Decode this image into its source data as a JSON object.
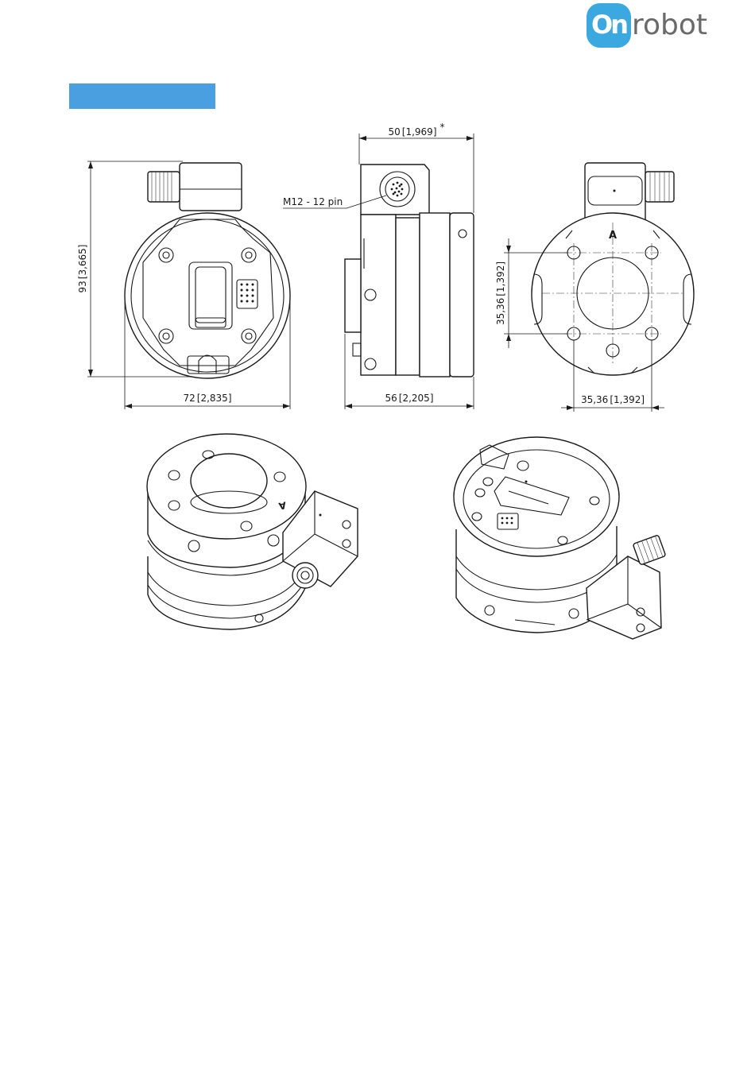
{
  "brand": {
    "logo_mark": "On",
    "logo_word": "robot",
    "logo_color": "#3ba8df"
  },
  "section_bar_color": "#4a9fe0",
  "drawing": {
    "front_view": {
      "height_dim": "93",
      "height_dim_in": "3,665",
      "width_dim": "72",
      "width_dim_in": "2,835"
    },
    "side_view": {
      "top_dim": "50",
      "top_dim_in": "1,969",
      "top_dim_note": "*",
      "connector_label": "M12 - 12 pin",
      "depth_dim": "56",
      "depth_dim_in": "2,205"
    },
    "back_view": {
      "datum_label": "A",
      "vertical_spacing": "35,36",
      "vertical_spacing_in": "1,392",
      "horizontal_spacing": "35,36",
      "horizontal_spacing_in": "1,392"
    },
    "iso_left": {
      "mark_label": "A"
    }
  }
}
